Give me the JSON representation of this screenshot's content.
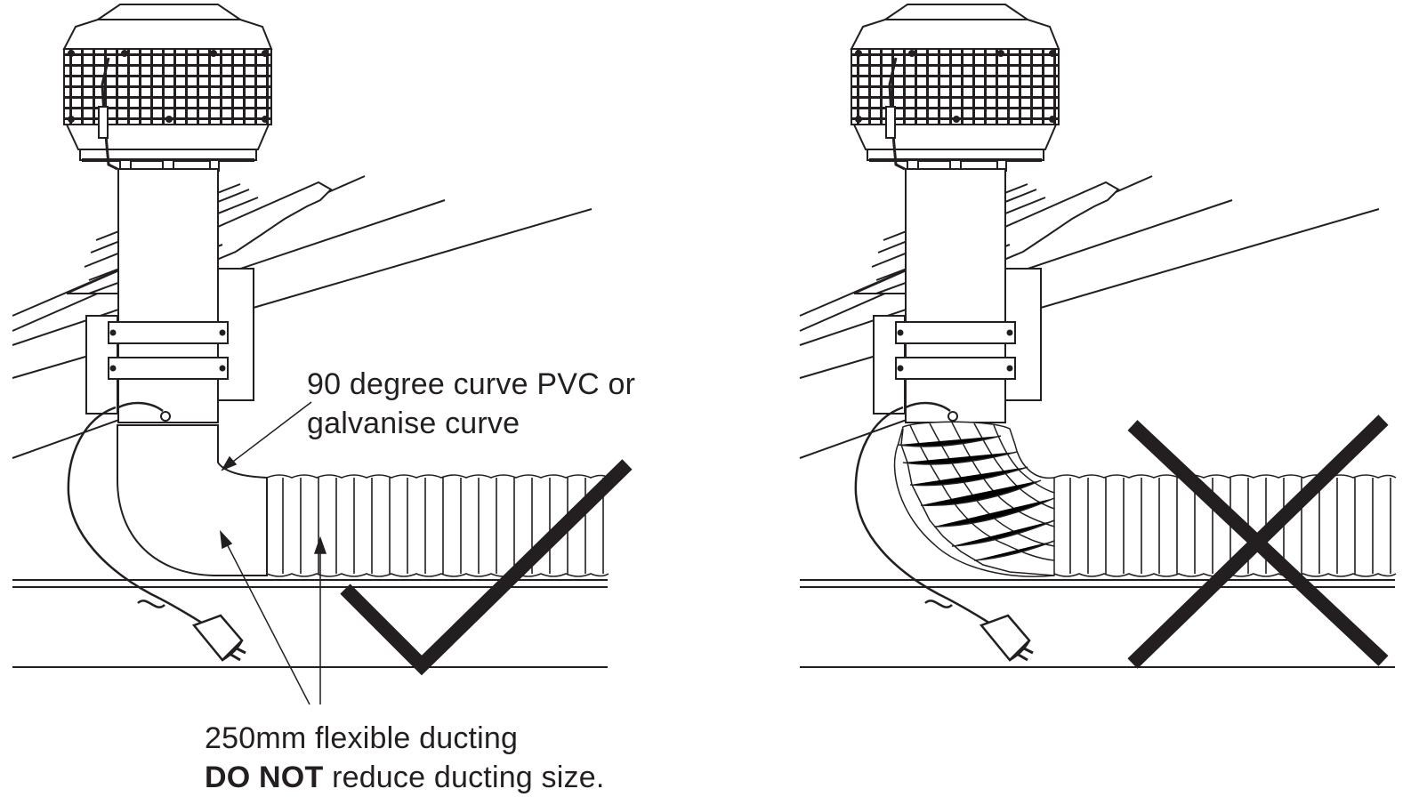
{
  "annotations": {
    "curve_line1": "90 degree curve PVC or",
    "curve_line2": "galvanise curve",
    "ducting_line1": "250mm flexible ducting",
    "ducting_warning_strong": "DO NOT",
    "ducting_warning_rest": " reduce ducting size."
  },
  "panels": [
    {
      "name": "correct-installation",
      "result_icon": "checkmark-icon"
    },
    {
      "name": "incorrect-installation",
      "result_icon": "cross-mark-icon"
    }
  ],
  "colors": {
    "line": "#231f20",
    "background": "#ffffff"
  }
}
